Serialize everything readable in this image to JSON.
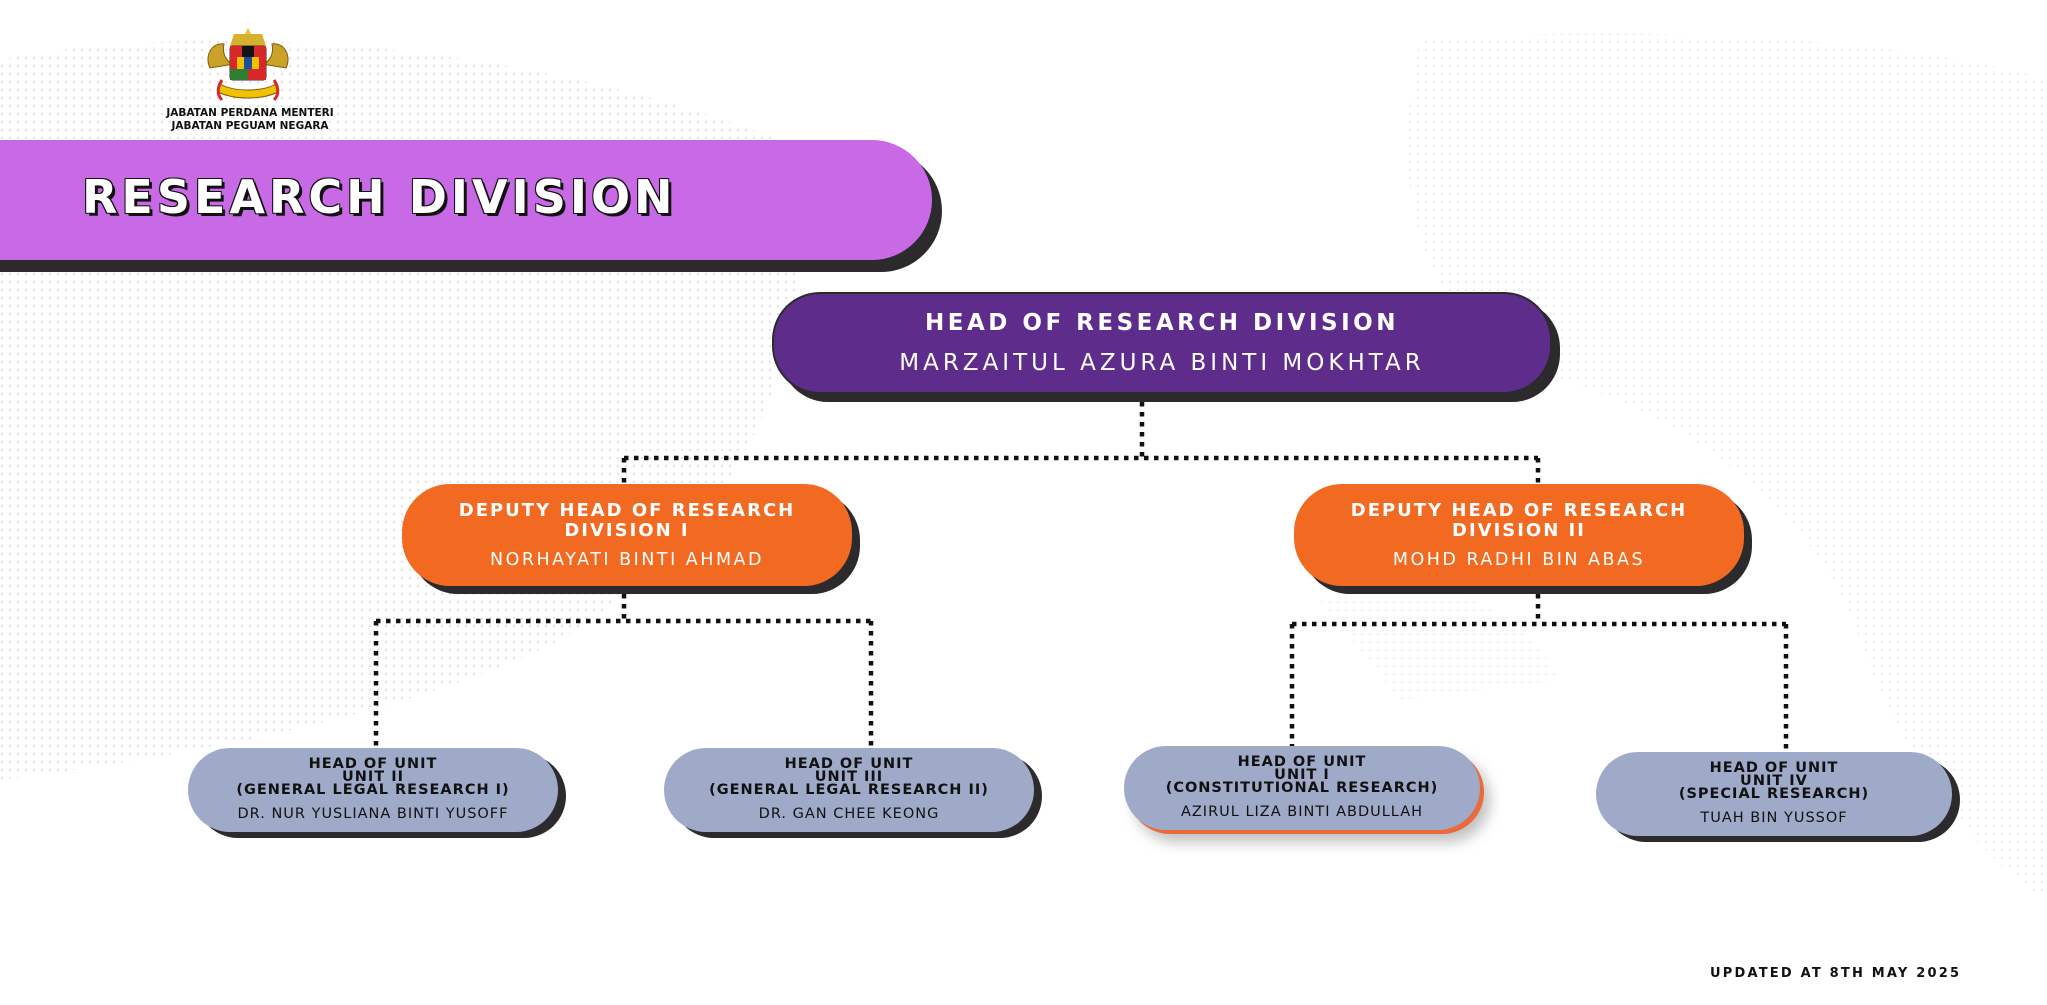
{
  "agency": {
    "line1": "JABATAN PERDANA MENTERI",
    "line2": "JABATAN PEGUAM NEGARA"
  },
  "title": "RESEARCH DIVISION",
  "head": {
    "role": "HEAD OF RESEARCH DIVISION",
    "name": "MARZAITUL AZURA BINTI MOKHTAR"
  },
  "deputies": [
    {
      "role_line1": "DEPUTY HEAD OF RESEARCH",
      "role_line2": "DIVISION I",
      "name": "NORHAYATI BINTI AHMAD"
    },
    {
      "role_line1": "DEPUTY HEAD OF RESEARCH",
      "role_line2": "DIVISION II",
      "name": "MOHD RADHI BIN ABAS"
    }
  ],
  "units": [
    {
      "line1": "HEAD OF UNIT",
      "line2": "UNIT II",
      "line3": "(GENERAL LEGAL RESEARCH I)",
      "name": "DR. NUR YUSLIANA BINTI YUSOFF"
    },
    {
      "line1": "HEAD OF UNIT",
      "line2": "UNIT III",
      "line3": "(GENERAL LEGAL RESEARCH II)",
      "name": "DR. GAN CHEE KEONG"
    },
    {
      "line1": "HEAD OF UNIT",
      "line2": "UNIT I",
      "line3": "(CONSTITUTIONAL RESEARCH)",
      "name": "AZIRUL LIZA BINTI ABDULLAH"
    },
    {
      "line1": "HEAD OF UNIT",
      "line2": "UNIT IV",
      "line3": "(SPECIAL RESEARCH)",
      "name": "TUAH BIN YUSSOF"
    }
  ],
  "updated": "UPDATED AT 8TH MAY 2025",
  "colors": {
    "title_banner": "#c86ae6",
    "head_box": "#5e2d8c",
    "deputy_box": "#f26a21",
    "unit_box": "#9eaac8",
    "shadow": "#2d2a2e"
  }
}
